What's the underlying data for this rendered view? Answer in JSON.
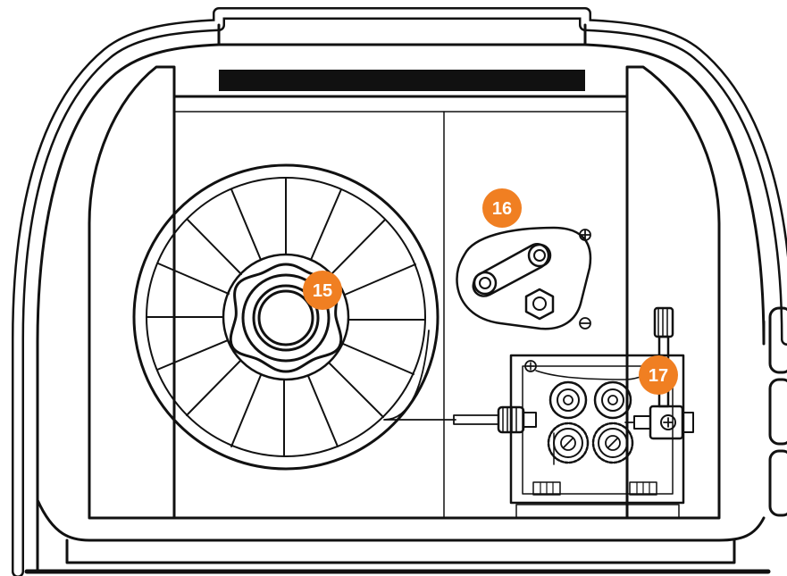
{
  "diagram": {
    "subject": "welder-side-panel-wire-feed-compartment",
    "callouts": [
      {
        "id": "callout-15",
        "label": "15",
        "part": "wire-spool-hub"
      },
      {
        "id": "callout-16",
        "label": "16",
        "part": "polarity-terminal-plate"
      },
      {
        "id": "callout-17",
        "label": "17",
        "part": "wire-feed-drive-unit"
      }
    ],
    "colors": {
      "callout_fill": "#F07F22",
      "line": "#111111",
      "background": "#FFFFFF"
    }
  }
}
